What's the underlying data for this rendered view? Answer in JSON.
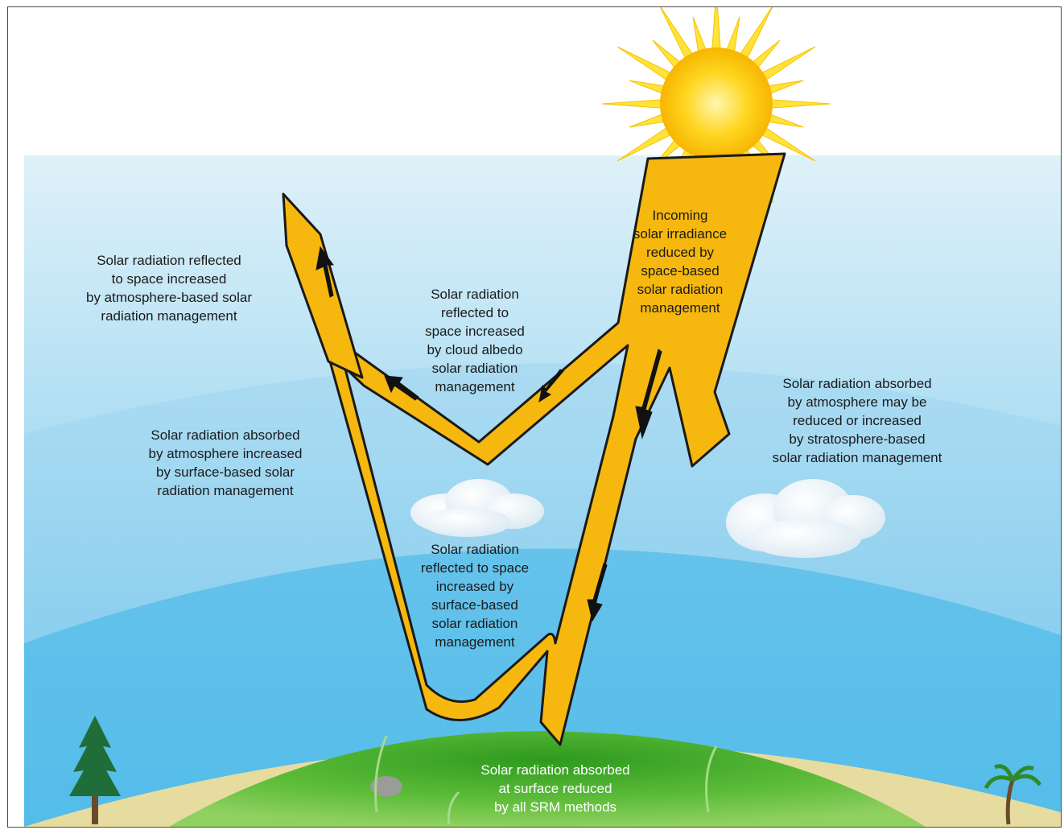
{
  "diagram": {
    "labels": {
      "incoming_space_based": "Incoming\nsolar irradiance\nreduced by\nspace-based\nsolar radiation\nmanagement",
      "reflected_atmosphere_based": "Solar radiation reflected\nto space increased\nby atmosphere-based solar\nradiation management",
      "reflected_cloud_albedo": "Solar radiation\nreflected to\nspace increased\nby cloud albedo\nsolar radiation\nmanagement",
      "absorbed_atmosphere_stratosphere": "Solar radiation absorbed\nby atmosphere may be\nreduced or increased\nby stratosphere-based\nsolar radiation management",
      "absorbed_atmosphere_surface_based": "Solar radiation absorbed\nby atmosphere increased\nby surface-based solar\nradiation management",
      "reflected_surface_based": "Solar radiation\nreflected to space\nincreased by\nsurface-based\nsolar radiation\nmanagement",
      "absorbed_surface_all_srm": "Solar radiation absorbed\nat surface reduced\nby all SRM methods"
    },
    "colors": {
      "sky_top": "#d8eef8",
      "sky_bottom": "#39b3e6",
      "arrow_fill": "#f6b80f",
      "arrow_outline": "#1a1a1a",
      "sun_core": "#ffd21f",
      "sun_rays": "#ffe23a",
      "grass": "#4cae2e",
      "sand": "#e8dda0",
      "text": "#1a1a1a",
      "text_on_grass": "#ffffff"
    },
    "icons": [
      "sun-icon",
      "cloud-icon",
      "tree-icon",
      "palm-tree-icon",
      "rock-icon",
      "sprout-icon"
    ]
  }
}
